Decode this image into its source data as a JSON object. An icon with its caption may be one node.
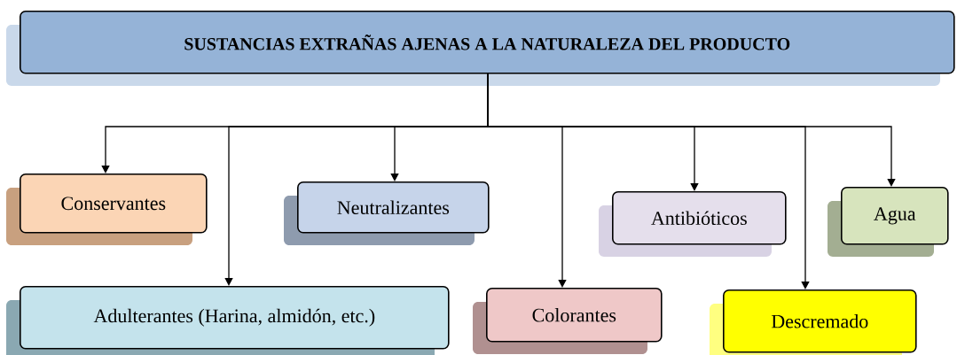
{
  "diagram": {
    "nodes": [
      {
        "text": [
          "SUSTANCIAS EXTRAÑAS AJENAS A LA NATURALEZA DEL PRODUCTO"
        ]
      },
      {
        "text": [
          "Conservantes"
        ]
      },
      {
        "text": [
          "Adulterantes (Harina, almidón, etc.)"
        ]
      },
      {
        "text": [
          "Neutralizantes"
        ]
      },
      {
        "text": [
          "Colorantes"
        ]
      },
      {
        "text": [
          "Antibióticos"
        ]
      },
      {
        "text": [
          "Descremado"
        ]
      },
      {
        "text": [
          "Agua"
        ]
      }
    ],
    "edges": [
      {
        "from": 0,
        "to": 1,
        "arrow": "to"
      },
      {
        "from": 0,
        "to": 2,
        "arrow": "to"
      },
      {
        "from": 0,
        "to": 3,
        "arrow": "to"
      },
      {
        "from": 0,
        "to": 4,
        "arrow": "to"
      },
      {
        "from": 0,
        "to": 5,
        "arrow": "to"
      },
      {
        "from": 0,
        "to": 6,
        "arrow": "to"
      },
      {
        "from": 0,
        "to": 7,
        "arrow": "to"
      }
    ]
  }
}
